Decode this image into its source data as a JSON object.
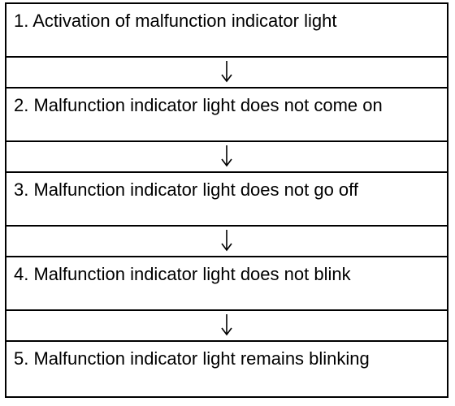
{
  "flowchart": {
    "steps": [
      {
        "label": "1. Activation of malfunction indicator light"
      },
      {
        "label": "2. Malfunction indicator light does not come on"
      },
      {
        "label": "3. Malfunction indicator light does not go off"
      },
      {
        "label": "4. Malfunction indicator light does not blink"
      },
      {
        "label": "5. Malfunction indicator light remains blinking"
      }
    ],
    "connector_icon": "down-arrow-icon",
    "line_color": "#000000"
  }
}
